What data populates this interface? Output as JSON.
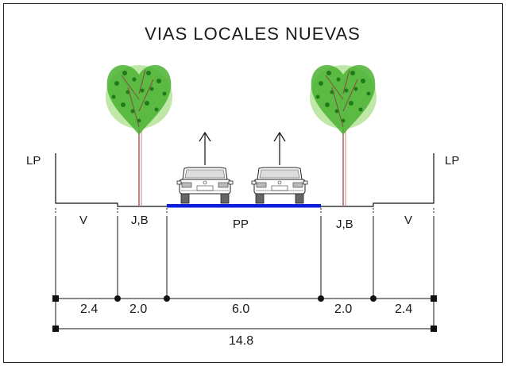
{
  "title": "VIAS LOCALES NUEVAS",
  "labels": {
    "lp_left": "LP",
    "lp_right": "LP",
    "v_left": "V",
    "jb_left": "J,B",
    "pp": "PP",
    "jb_right": "J,B",
    "v_right": "V"
  },
  "dimensions": {
    "seg1": "2.4",
    "seg2": "2.0",
    "seg3": "6.0",
    "seg4": "2.0",
    "seg5": "2.4",
    "total": "14.8"
  },
  "colors": {
    "pavement": "#0a1edc",
    "foliage": "#3fae2a",
    "foliage_dark": "#1f7a1a",
    "trunk": "#b06a6a",
    "line": "#111111"
  },
  "icons": {
    "tree": "tree-icon",
    "car": "car-rear-icon",
    "arrow": "arrow-up-icon"
  }
}
